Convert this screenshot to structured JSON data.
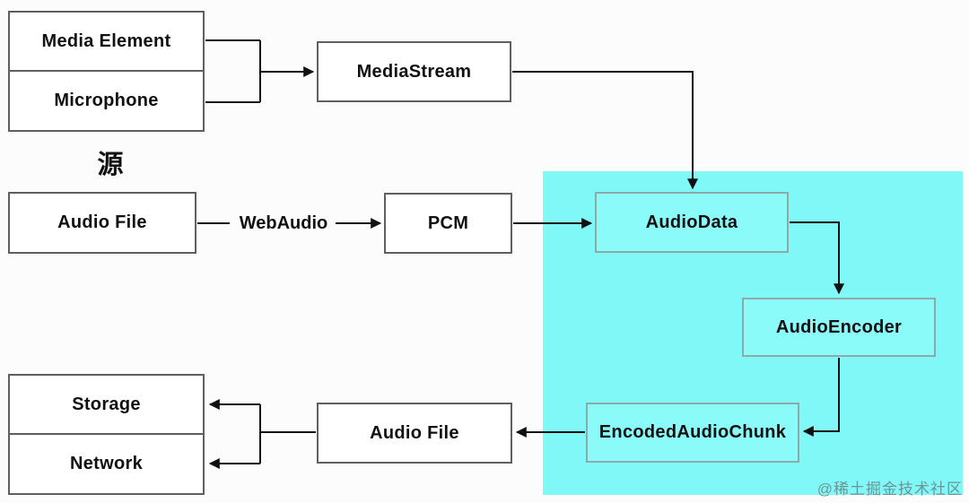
{
  "diagram": {
    "nodes": {
      "media_element": "Media Element",
      "microphone": "Microphone",
      "mediastream": "MediaStream",
      "audio_file_source": "Audio File",
      "pcm": "PCM",
      "audiodata": "AudioData",
      "audioencoder": "AudioEncoder",
      "encoded_audio_chunk": "EncodedAudioChunk",
      "storage": "Storage",
      "network": "Network",
      "audio_file_output": "Audio File"
    },
    "labels": {
      "source": "源",
      "webaudio": "WebAudio"
    },
    "colors": {
      "highlight_region": "#7ff8f7",
      "highlight_node_fill": "#8bfbfa",
      "node_fill": "#ffffff",
      "node_border": "#5f5f5f",
      "arrow": "#111111"
    },
    "watermark": "@稀土掘金技术社区"
  }
}
